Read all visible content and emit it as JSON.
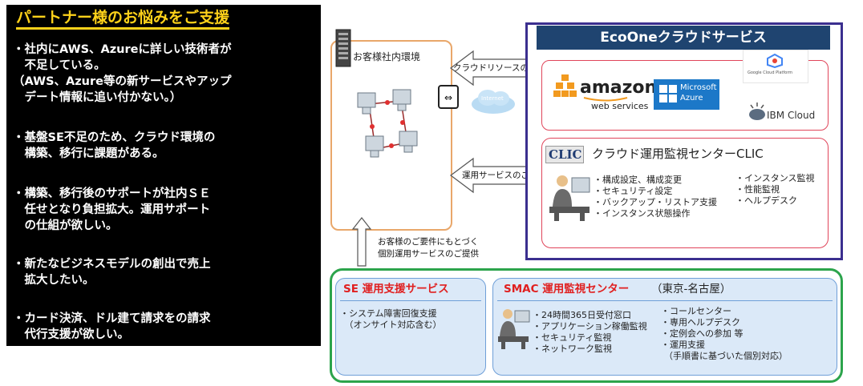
{
  "left_panel": {
    "title": "パートナー様のお悩みをご支援",
    "lines": [
      "・社内にAWS、Azureに詳しい技術者が",
      "　不足している。",
      "（AWS、Azure等の新サービスやアップ",
      "　デート情報に追い付かない。）",
      "・基盤SE不足のため、クラウド環境の",
      "　構築、移行に課題がある。",
      "・構築、移行後のサポートが社内ＳＥ",
      "　任せとなり負担拡大。運用サポート",
      "　の仕組が欲しい。",
      "・新たなビジネスモデルの創出で売上",
      "　拡大したい。",
      "・カード決済、ドル建て請求をの請求",
      "　代行支援が欲しい。"
    ]
  },
  "customer": {
    "label": "お客様社内環境"
  },
  "arrows": {
    "cloud_resource": "クラウドリソースのご提供",
    "operation_service": "運用サービスのご提供",
    "individual_1": "お客様のご要件にもとづく",
    "individual_2": "個別運用サービスのご提供",
    "internet": "Internet"
  },
  "ecoone": {
    "title": "EcoOneクラウドサービス",
    "providers": {
      "amazon_1": "amazon",
      "amazon_2": "web services",
      "microsoft_1": "Microsoft",
      "microsoft_2": "Azure",
      "google": "Google Cloud Platform",
      "ibm": "IBM Cloud"
    },
    "clic": {
      "logo": "CLIC",
      "title": "クラウド運用監視センターCLIC",
      "left_items": [
        "・構成設定、構成変更",
        "・セキュリティ設定",
        "・バックアップ・リストア支援",
        "・インスタンス状態操作"
      ],
      "right_items": [
        "・インスタンス監視",
        "・性能監視",
        "・ヘルプデスク"
      ]
    }
  },
  "se": {
    "title": "SE 運用支援サービス",
    "items": [
      "・システム障害回復支援",
      "　（オンサイト対応含む）"
    ]
  },
  "smac": {
    "title": "SMAC 運用監視センター",
    "location": "（東京-名古屋）",
    "left_items": [
      "・24時間365日受付窓口",
      "・アプリケーション稼働監視",
      "・セキュリティ監視",
      "・ネットワーク監視"
    ],
    "right_items": [
      "・コールセンター",
      "・専用ヘルプデスク",
      "・定例会への参加 等",
      "・運用支援",
      "（手順書に基づいた個別対応）"
    ]
  },
  "colors": {
    "left_title": "#ffd21a",
    "eco_header": "#1f4470",
    "eco_border": "#3b2f8f",
    "green_border": "#2ca44c",
    "red": "#e02020"
  }
}
